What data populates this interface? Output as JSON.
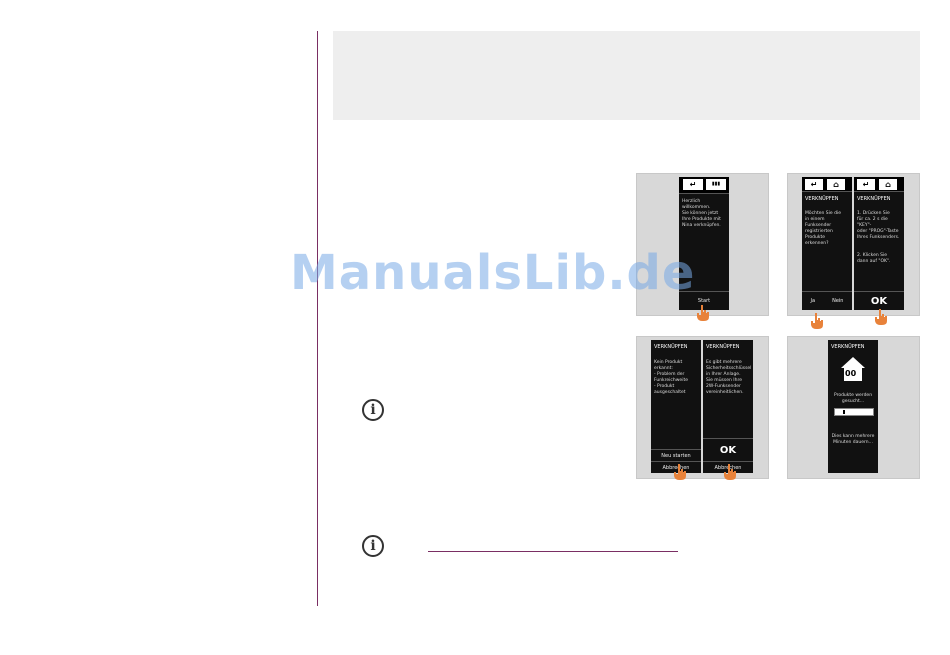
{
  "watermark": "ManualsLib.de",
  "panel1": {
    "body": "Herzlich\nwillkommen.\nSie können jetzt\nIhre Produkte mit\nNina verknüpfen.",
    "footer": "Start"
  },
  "panel2": {
    "left_title": "VERKNÜPFEN",
    "left_body": "Möchten Sie die\nin einem Funksender\nregistrierten\nProdukte\nerkennen?",
    "right_title": "VERKNÜPFEN",
    "right_body": "1. Drücken Sie\nfür ca. 2 s die \"KEY\"-\noder \"PROG\"-Taste\nIhres Funksenders.\n\n\n2. Klicken Sie\ndann auf \"OK\".",
    "yes": "Ja",
    "no": "Nein",
    "ok": "OK"
  },
  "panel3": {
    "left_title": "VERKNÜPFEN",
    "left_body": "Kein Produkt\nerkannt:\n- Problem der\nFunkreichweite\n- Produkt\nausgeschaltet",
    "restart": "Neu starten",
    "cancel": "Abbrechen",
    "right_title": "VERKNÜPFEN",
    "right_body": "Es gibt mehrere\nSicherheitsschlüssel\nin Ihrer Anlage.\nSie müssen Ihre\n2W-Funksender\nvereinheitlichen.",
    "ok": "OK",
    "cancel2": "Abbrechen"
  },
  "panel4": {
    "title": "VERKNÜPFEN",
    "house_number": "00",
    "searching": "Produkte werden\ngesucht...",
    "note": "Dies kann mehrere\nMinuten dauern..."
  },
  "colors": {
    "accent": "#7a2e63",
    "hand": "#e8823a",
    "banner": "#eeeeee"
  }
}
